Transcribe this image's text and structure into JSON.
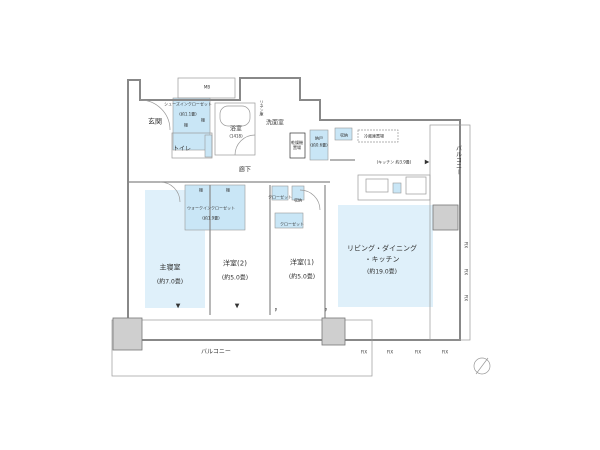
{
  "colors": {
    "room_fill": "#dff0fa",
    "storage_fill": "#c9e6f6",
    "wall": "#888888",
    "column": "#cfcfcf"
  },
  "labels": {
    "mb": "MB",
    "entrance": "玄関",
    "shoes_closet": "シューズインクローゼット",
    "shoes_closet_area": "(約1.1畳)",
    "shelf": "棚",
    "toilet": "トイレ",
    "bath": "浴室",
    "bath_size": "(1418)",
    "linen": "リネン庫",
    "washroom": "洗面室",
    "dryer": "乾燥機置場",
    "storeroom": "納戸",
    "storeroom_area": "(約0.6畳)",
    "storage": "収納",
    "hallway": "廊下",
    "fridge": "冷蔵庫置場",
    "kitchen": "(キッチン 約3.9畳)",
    "balcony_right": "バルコニー",
    "master_bedroom": "主寝室",
    "master_bedroom_area": "(約7.0畳)",
    "wic": "ウォークインクローゼット",
    "wic_area": "(約1.9畳)",
    "western2": "洋室(2)",
    "western2_area": "(約5.0畳)",
    "western1": "洋室(1)",
    "western1_area": "(約5.0畳)",
    "closet": "クローゼット",
    "ldk": "リビング・ダイニング・キッチン",
    "ldk_line1": "リビング・ダイニング",
    "ldk_line2": "・キッチン",
    "ldk_area": "(約19.0畳)",
    "balcony_bottom": "バルコニー",
    "fix": "FIX",
    "p": "P",
    "arrow_down": "▼",
    "arrow_right": "▶"
  }
}
